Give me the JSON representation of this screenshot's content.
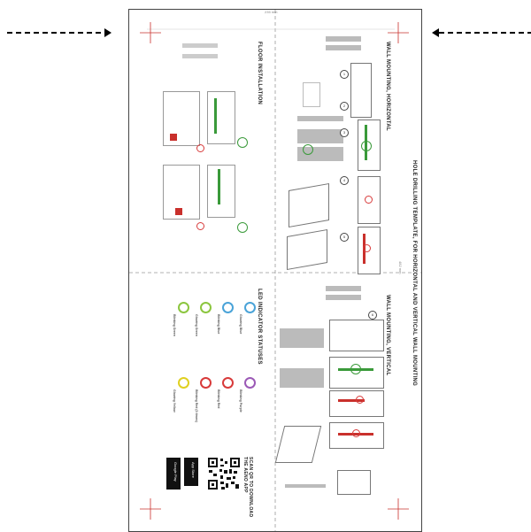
{
  "sheet": {
    "header_title": "HOLE DRILLING TEMPLATE, FOR HORIZONTAL AND VERTICAL WALL MOUNTING",
    "top_dimension": "235 mm",
    "side_dimension": "482 mm"
  },
  "sections": {
    "wall_horizontal": "WALL MOUNTING, HORIZONTAL",
    "wall_vertical": "WALL MOUNTING, VERTICAL",
    "floor": "FLOOR INSTALLATION",
    "led": "LED INDICATOR STATUSES"
  },
  "led_statuses": [
    {
      "label": "Glowing Blue",
      "color": "#4aa3d8"
    },
    {
      "label": "Blinking Blue",
      "color": "#4aa3d8"
    },
    {
      "label": "Glowing Green",
      "color": "#8cc63f"
    },
    {
      "label": "Blinking Green",
      "color": "#8cc63f"
    },
    {
      "label": "Blinking Purple",
      "color": "#9b59b6"
    },
    {
      "label": "Blinking Red",
      "color": "#d83a3a"
    },
    {
      "label": "Blinking Red (3 times)",
      "color": "#d83a3a"
    },
    {
      "label": "Glowing Yellow",
      "color": "#e0d020"
    }
  ],
  "qr": {
    "title": "SCAN QR TO DOWNLOAD THE AENO APP",
    "app_store": "App Store",
    "google_play": "Google Play"
  },
  "step_numbers": [
    "1",
    "2",
    "3",
    "4",
    "5",
    "6"
  ],
  "colors": {
    "accent_red": "#c9302c",
    "accent_green": "#3a9a3a"
  }
}
